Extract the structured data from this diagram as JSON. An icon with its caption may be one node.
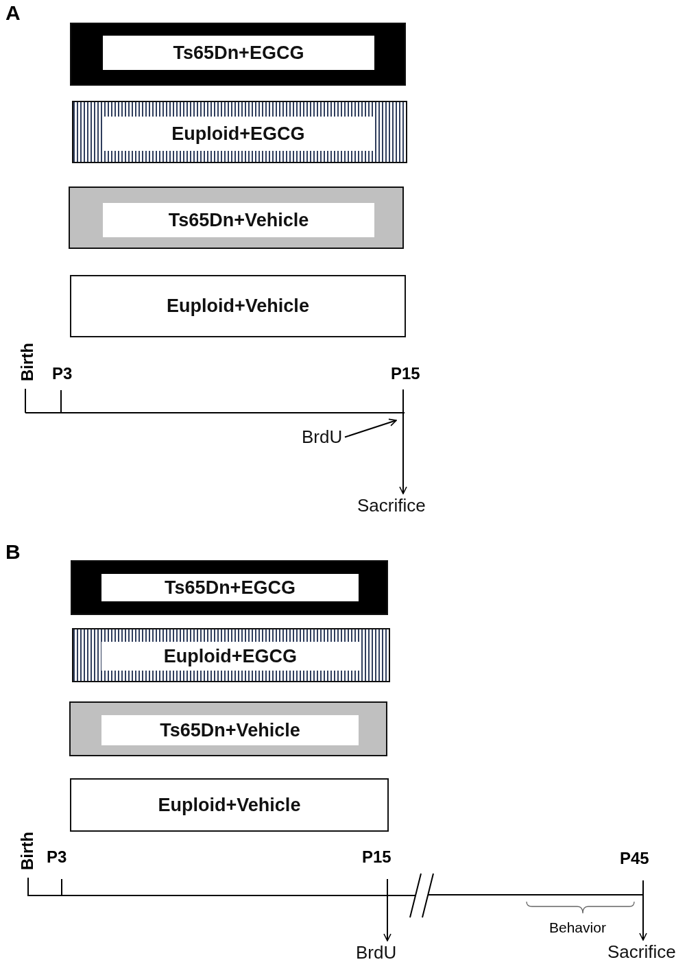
{
  "diagram": {
    "nodes": [
      {
        "text": [
          "Ts65Dn+EGCG"
        ]
      },
      {
        "text": [
          "Euploid+EGCG"
        ]
      },
      {
        "text": [
          "Ts65Dn+Vehicle"
        ]
      },
      {
        "text": [
          "Euploid+Vehicle"
        ]
      },
      {
        "text": [
          "BrdU"
        ]
      },
      {
        "text": [
          "Sacrifice"
        ]
      },
      {
        "text": [
          "Ts65Dn+EGCG"
        ]
      },
      {
        "text": [
          "Euploid+EGCG"
        ]
      },
      {
        "text": [
          "Ts65Dn+Vehicle"
        ]
      },
      {
        "text": [
          "Euploid+Vehicle"
        ]
      },
      {
        "text": [
          "BrdU"
        ]
      },
      {
        "text": [
          "Sacrifice"
        ]
      }
    ],
    "edges": [
      {
        "from": 4,
        "to": null,
        "arrow": "to"
      },
      {
        "from": null,
        "to": 5,
        "arrow": "to"
      },
      {
        "from": null,
        "to": 10,
        "arrow": "to"
      },
      {
        "from": null,
        "to": 11,
        "arrow": "to"
      }
    ],
    "labels": [
      "A",
      "Birth",
      "P3",
      "P15",
      "B",
      "Birth",
      "P3",
      "P15",
      "P45",
      "Behavior"
    ]
  }
}
